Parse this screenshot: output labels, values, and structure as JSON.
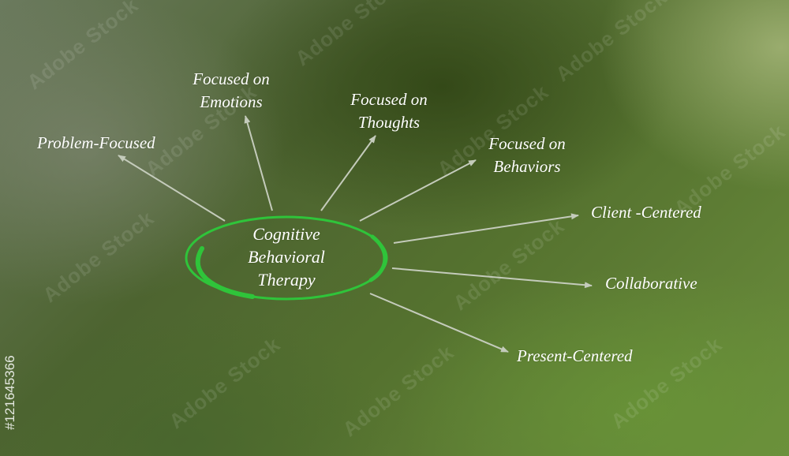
{
  "center": {
    "lines": [
      "Cognitive",
      "Behavioral",
      "Therapy"
    ]
  },
  "branches": [
    {
      "id": "problem-focused",
      "lines": [
        "Problem-Focused"
      ]
    },
    {
      "id": "focused-on-emotions",
      "lines": [
        "Focused on",
        "Emotions"
      ]
    },
    {
      "id": "focused-on-thoughts",
      "lines": [
        "Focused on",
        "Thoughts"
      ]
    },
    {
      "id": "focused-on-behaviors",
      "lines": [
        "Focused on",
        "Behaviors"
      ]
    },
    {
      "id": "client-centered",
      "lines": [
        "Client -Centered"
      ]
    },
    {
      "id": "collaborative",
      "lines": [
        "Collaborative"
      ]
    },
    {
      "id": "present-centered",
      "lines": [
        "Present-Centered"
      ]
    }
  ],
  "watermark": {
    "text": "Adobe Stock",
    "id_text": "#121645366"
  },
  "colors": {
    "ellipse": "#2fc43a",
    "arrow": "#c4cbbb",
    "label": "#ffffff"
  }
}
